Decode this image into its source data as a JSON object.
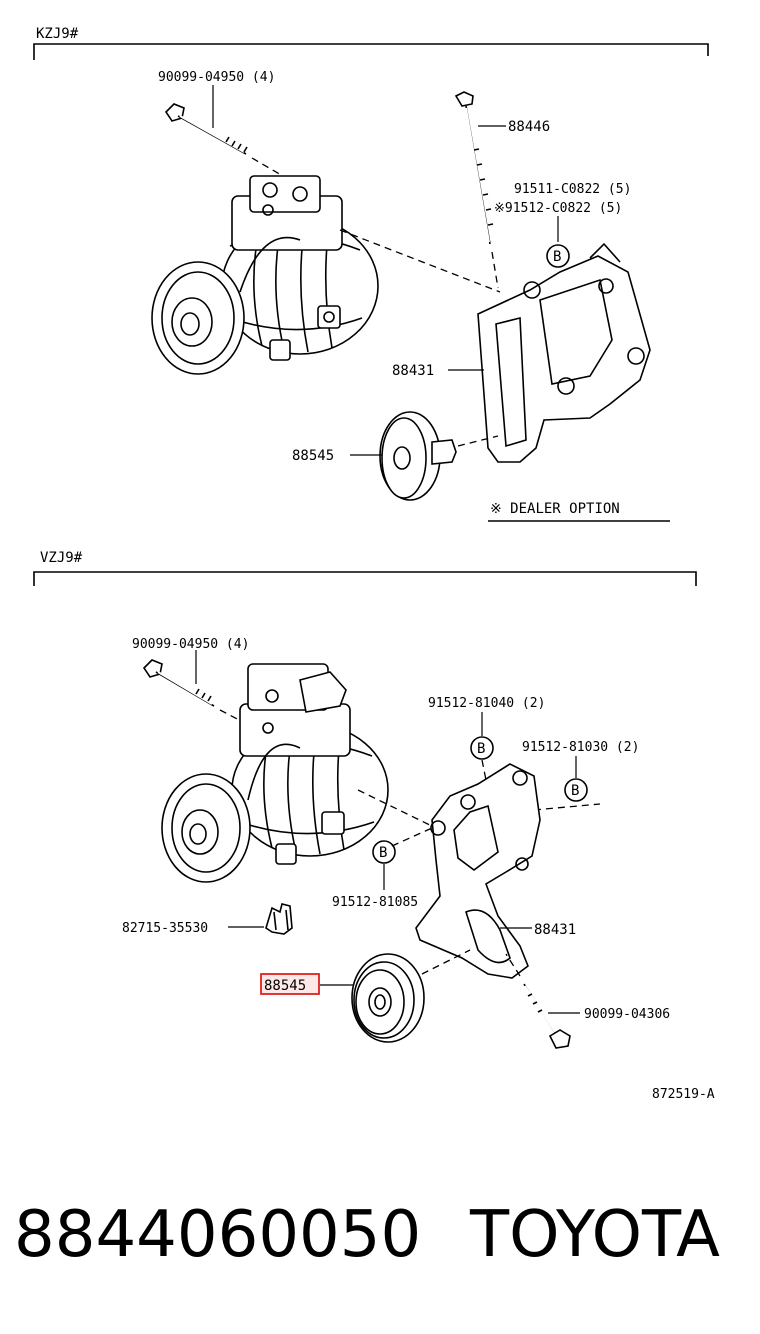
{
  "sections": [
    {
      "title": "KZJ9#",
      "labels": {
        "bolt": "90099-04950 (4)",
        "long_bolt": "88446",
        "bolt_a": "91511-C0822 (5)",
        "bolt_b": "※91512-C0822 (5)",
        "bracket": "88431",
        "pulley": "88545",
        "marker": "B"
      },
      "note": "※ DEALER OPTION"
    },
    {
      "title": "VZJ9#",
      "labels": {
        "bolt": "90099-04950 (4)",
        "bolt_a": "91512-81040 (2)",
        "bolt_b": "91512-81030 (2)",
        "bolt_c": "91512-81085",
        "clip": "82715-35530",
        "bracket": "88431",
        "pulley": "88545",
        "pulley_bolt": "90099-04306",
        "marker": "B"
      }
    }
  ],
  "figure_id": "872519-A",
  "footer": {
    "part_number": "8844060050",
    "brand": "TOYOTA"
  },
  "highlight_color": "#e02020"
}
